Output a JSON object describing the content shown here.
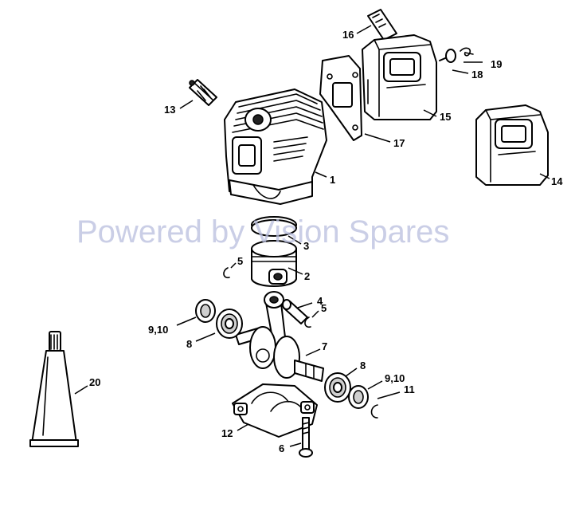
{
  "watermark": "Powered by Vision Spares",
  "callouts": {
    "c1": "1",
    "c2": "2",
    "c3": "3",
    "c4": "4",
    "c5a": "5",
    "c5b": "5",
    "c6": "6",
    "c7": "7",
    "c8a": "8",
    "c8b": "8",
    "c910a": "9,10",
    "c910b": "9,10",
    "c11": "11",
    "c12": "12",
    "c13": "13",
    "c14": "14",
    "c15": "15",
    "c16": "16",
    "c17": "17",
    "c18": "18",
    "c19": "19",
    "c20": "20"
  }
}
